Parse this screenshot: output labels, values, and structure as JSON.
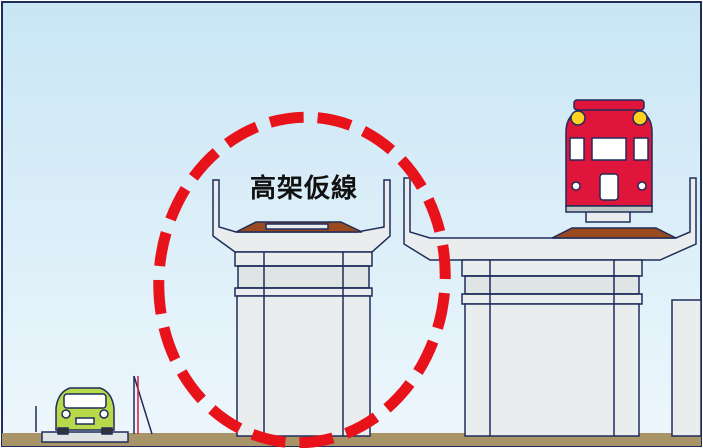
{
  "diagram": {
    "label": "高架仮線",
    "colors": {
      "sky_top": "#c9e6f5",
      "sky_bottom": "#eef7fc",
      "concrete": "#e9eded",
      "concrete_dark": "#c9cfcf",
      "outline": "#1f2d5a",
      "ballast": "#9a4a1f",
      "highlight_circle": "#e8121b",
      "train_body": "#e0153c",
      "car_body": "#b8d94a",
      "ground": "#a89467"
    },
    "icons": [
      "temporary-viaduct",
      "permanent-viaduct",
      "train-icon",
      "car-icon",
      "dashed-highlight-circle"
    ]
  }
}
